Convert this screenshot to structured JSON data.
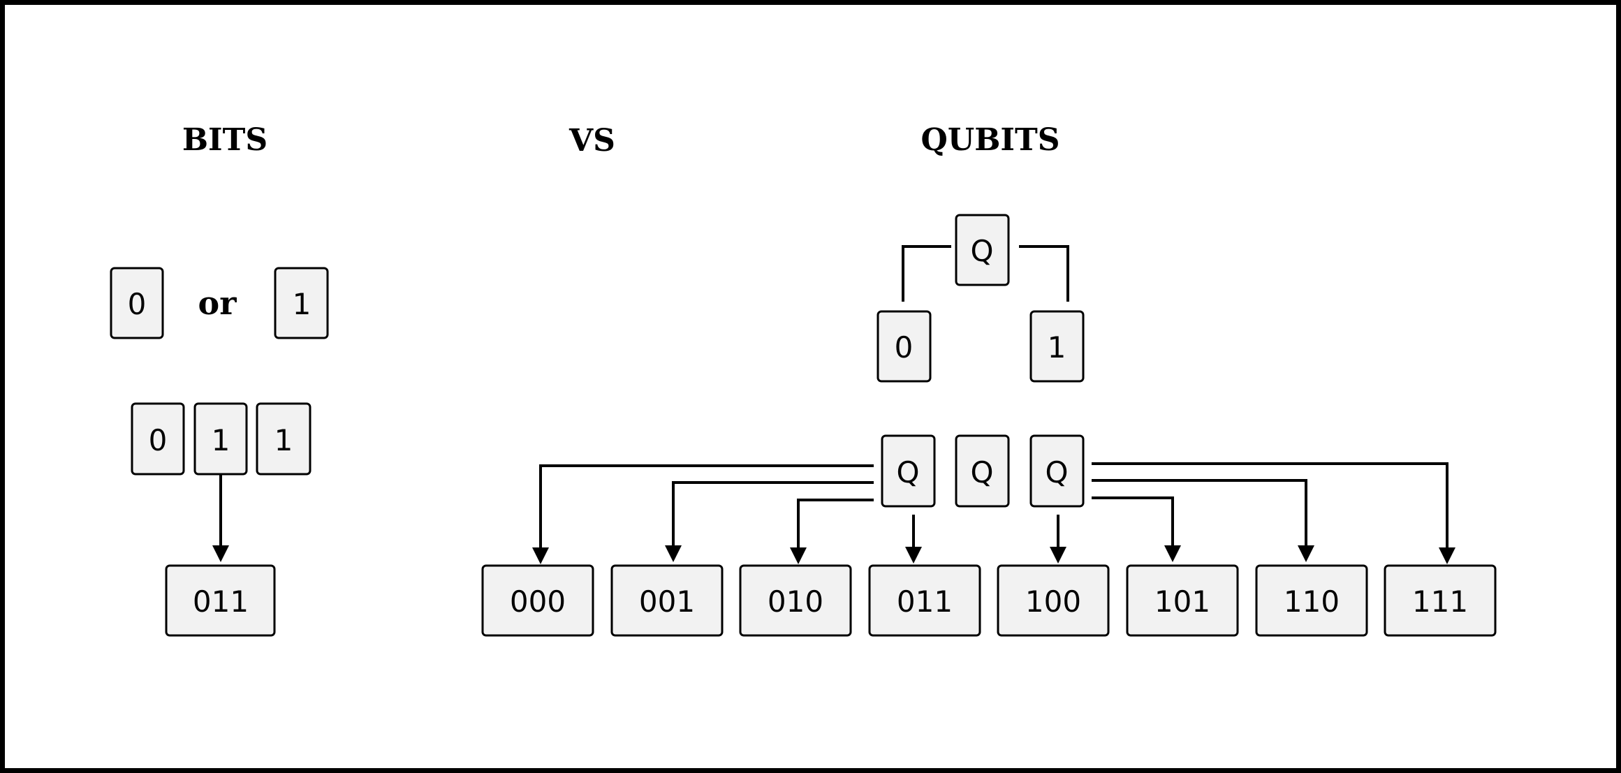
{
  "titles": {
    "bits": "BITS",
    "vs": "VS",
    "qubits": "QUBITS"
  },
  "bits": {
    "choice_left": "0",
    "connector": "or",
    "choice_right": "1",
    "register": [
      "0",
      "1",
      "1"
    ],
    "result": "011"
  },
  "qubits": {
    "single": {
      "qubit": "Q",
      "left_state": "0",
      "right_state": "1"
    },
    "register": [
      "Q",
      "Q",
      "Q"
    ],
    "states": [
      "000",
      "001",
      "010",
      "011",
      "100",
      "101",
      "110",
      "111"
    ]
  },
  "colors": {
    "box_fill": "#f2f2f2",
    "stroke": "#000000",
    "background": "#ffffff"
  }
}
